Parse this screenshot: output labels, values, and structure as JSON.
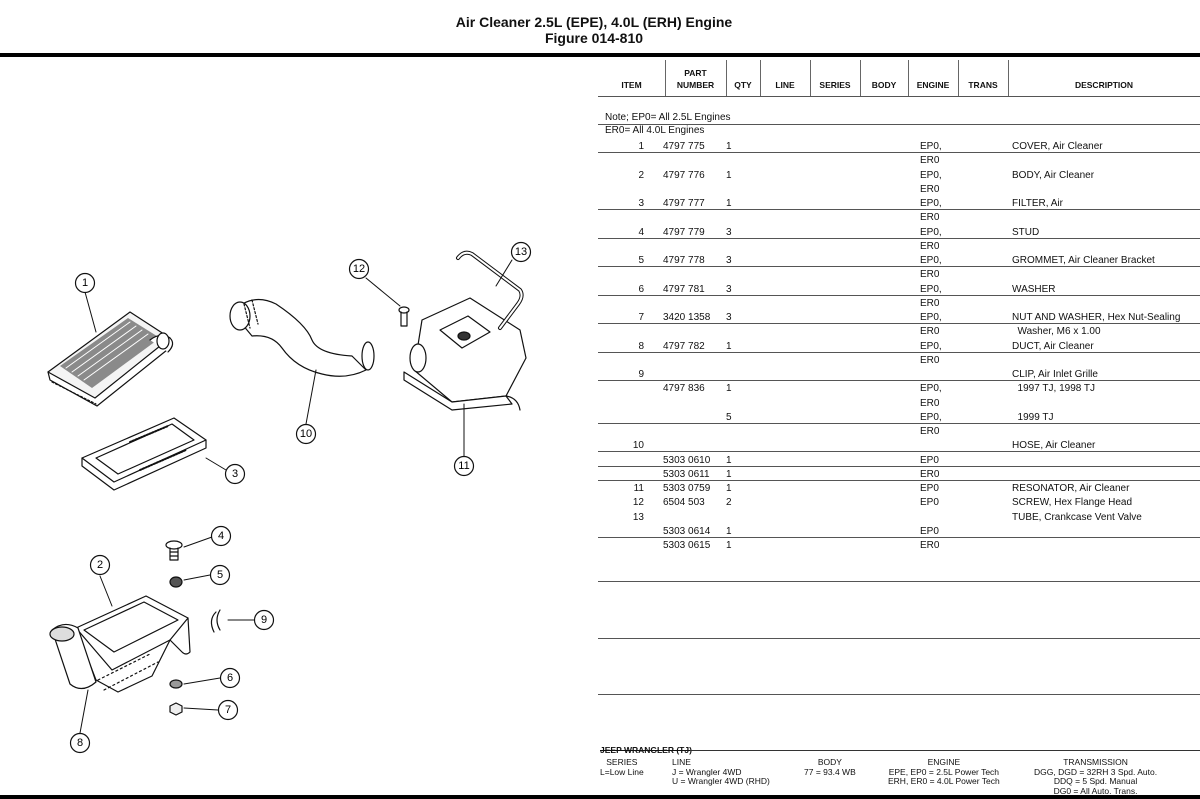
{
  "header": {
    "title": "Air Cleaner 2.5L (EPE), 4.0L (ERH) Engine",
    "figure": "Figure 014-810"
  },
  "diagram": {
    "callouts": [
      "1",
      "2",
      "3",
      "4",
      "5",
      "6",
      "7",
      "8",
      "9",
      "10",
      "11",
      "12",
      "13"
    ]
  },
  "table": {
    "columns": [
      {
        "key": "item",
        "label": "ITEM"
      },
      {
        "key": "part",
        "label": "PART\nNUMBER"
      },
      {
        "key": "qty",
        "label": "QTY"
      },
      {
        "key": "line",
        "label": "LINE"
      },
      {
        "key": "series",
        "label": "SERIES"
      },
      {
        "key": "body",
        "label": "BODY"
      },
      {
        "key": "engine",
        "label": "ENGINE"
      },
      {
        "key": "trans",
        "label": "TRANS"
      },
      {
        "key": "desc",
        "label": "DESCRIPTION"
      }
    ],
    "notes": [
      "Note; EP0= All 2.5L Engines",
      "ER0= All 4.0L Engines"
    ],
    "rows": [
      {
        "item": "1",
        "part": "4797 775",
        "qty": "1",
        "engine": [
          "EP0,",
          "ER0"
        ],
        "desc": [
          "COVER, Air Cleaner"
        ],
        "rule": true
      },
      {
        "item": "2",
        "part": "4797 776",
        "qty": "1",
        "engine": [
          "EP0,",
          "ER0"
        ],
        "desc": [
          "BODY, Air Cleaner"
        ],
        "rule": false
      },
      {
        "item": "3",
        "part": "4797 777",
        "qty": "1",
        "engine": [
          "EP0,",
          "ER0"
        ],
        "desc": [
          "FILTER, Air"
        ],
        "rule": true
      },
      {
        "item": "4",
        "part": "4797 779",
        "qty": "3",
        "engine": [
          "EP0,",
          "ER0"
        ],
        "desc": [
          "STUD"
        ],
        "rule": true
      },
      {
        "item": "5",
        "part": "4797 778",
        "qty": "3",
        "engine": [
          "EP0,",
          "ER0"
        ],
        "desc": [
          "GROMMET, Air Cleaner Bracket"
        ],
        "rule": true
      },
      {
        "item": "6",
        "part": "4797 781",
        "qty": "3",
        "engine": [
          "EP0,",
          "ER0"
        ],
        "desc": [
          "WASHER"
        ],
        "rule": true
      },
      {
        "item": "7",
        "part": "3420 1358",
        "qty": "3",
        "engine": [
          "EP0,",
          "ER0"
        ],
        "desc": [
          "NUT AND WASHER, Hex Nut-Sealing",
          "  Washer, M6 x 1.00"
        ],
        "rule": true
      },
      {
        "item": "8",
        "part": "4797 782",
        "qty": "1",
        "engine": [
          "EP0,",
          "ER0"
        ],
        "desc": [
          "DUCT, Air Cleaner"
        ],
        "rule": true
      },
      {
        "item": "9",
        "part": "",
        "qty": "",
        "engine": [],
        "desc": [
          "CLIP, Air Inlet Grille"
        ],
        "rule": true
      },
      {
        "item": "",
        "part": "4797 836",
        "qty": "1",
        "engine": [
          "EP0,",
          "ER0"
        ],
        "desc": [
          "  1997 TJ, 1998 TJ"
        ],
        "rule": false
      },
      {
        "item": "",
        "part": "",
        "qty": "5",
        "engine": [
          "EP0,",
          "ER0"
        ],
        "desc": [
          "  1999 TJ"
        ],
        "rule": true
      },
      {
        "item": "10",
        "part": "",
        "qty": "",
        "engine": [],
        "desc": [
          "HOSE, Air Cleaner"
        ],
        "rule": true
      },
      {
        "item": "",
        "part": "5303 0610",
        "qty": "1",
        "engine": [
          "EP0"
        ],
        "desc": [],
        "rule": true
      },
      {
        "item": "",
        "part": "5303 0611",
        "qty": "1",
        "engine": [
          "ER0"
        ],
        "desc": [],
        "rule": true
      },
      {
        "item": "11",
        "part": "5303 0759",
        "qty": "1",
        "engine": [
          "EP0"
        ],
        "desc": [
          "RESONATOR, Air Cleaner"
        ],
        "rule": false
      },
      {
        "item": "12",
        "part": "6504 503",
        "qty": "2",
        "engine": [
          "EP0"
        ],
        "desc": [
          "SCREW, Hex Flange Head"
        ],
        "rule": false
      },
      {
        "item": "13",
        "part": "",
        "qty": "",
        "engine": [],
        "desc": [
          "TUBE, Crankcase Vent Valve"
        ],
        "rule": false
      },
      {
        "item": "",
        "part": "5303 0614",
        "qty": "1",
        "engine": [
          "EP0"
        ],
        "desc": [],
        "rule": true
      },
      {
        "item": "",
        "part": "5303 0615",
        "qty": "1",
        "engine": [
          "ER0"
        ],
        "desc": [],
        "rule": false
      }
    ]
  },
  "footer": {
    "model": "JEEP WRANGLER (TJ)",
    "series": "SERIES\nL=Low Line",
    "line": "LINE\nJ = Wrangler 4WD\nU = Wrangler 4WD (RHD)",
    "body": "BODY\n77 = 93.4 WB",
    "engine": "ENGINE\nEPE, EP0 = 2.5L Power Tech\nERH, ER0 = 4.0L Power Tech",
    "transmission": "TRANSMISSION\nDGG, DGD = 32RH 3 Spd. Auto.\nDDQ = 5 Spd. Manual\nDG0 = All Auto. Trans."
  }
}
